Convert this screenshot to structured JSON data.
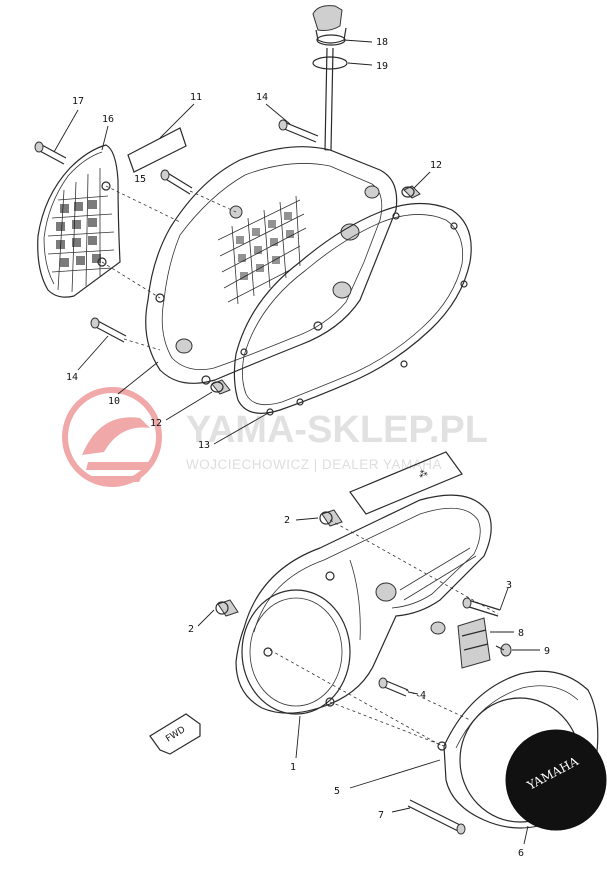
{
  "colors": {
    "line": "#2a2a2a",
    "watermark": "#c8c8c8",
    "watermark_logo": "#e04040",
    "emblem": "#111111"
  },
  "watermark": {
    "brand": "YAMA-SKLEP.PL",
    "subtitle": "WOJCIECHOWICZ | DEALER YAMAHA"
  },
  "emblem_text": "YAMAHA",
  "fwd_tag": "FWD",
  "callouts": [
    "1",
    "2",
    "2",
    "3",
    "4",
    "5",
    "6",
    "7",
    "8",
    "9",
    "10",
    "11",
    "12",
    "12",
    "13",
    "14",
    "14",
    "15",
    "16",
    "17",
    "18",
    "19"
  ]
}
